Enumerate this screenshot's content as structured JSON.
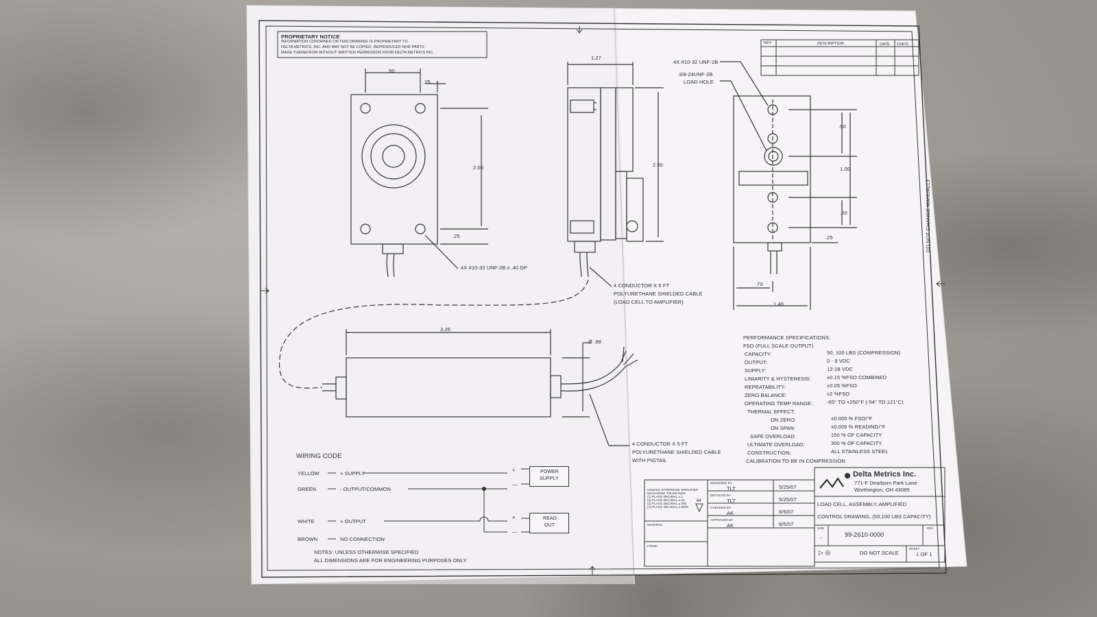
{
  "notice": {
    "title": "PROPRIETARY NOTICE",
    "line1": "INFORMATION CONTAINED ON THIS DRAWING IS PROPRIETARY TO",
    "line2": "DELTA METRICS, INC. AND MAY NOT BE COPIED, REPRODUCED NOR PARTS",
    "line3": "MADE THEREFROM WITHOUT WRITTEN PERMISSION FROM DELTA METRICS INC."
  },
  "revision": {
    "rev": "REV",
    "description": "DESCRIPTION",
    "date": "DATE",
    "chkd": "CHK'D"
  },
  "front_view": {
    "dim_top": ".90",
    "dim_offset": ".25",
    "dim_height": "2.00",
    "dim_bottom": ".25",
    "callout": "4X #10-32 UNF-2B x .40 DP"
  },
  "side_view": {
    "dim_width": "1.27",
    "dim_height": "2.50",
    "cable_note": [
      "4 CONDUCTOR X 5 FT",
      "POLYURETHANE SHIELDED CABLE",
      "(LOAD CELL TO AMPLIFIER)"
    ]
  },
  "right_view": {
    "callout1": "4X #10-32 UNF-2B",
    "callout2": "3/8-24UNF-2B",
    "callout3": "LOAD HOLE",
    "dim1": ".50",
    "dim2": "1.00",
    "dim3": ".50",
    "dim4": ".25",
    "dim5": ".70",
    "dim6": "1.40"
  },
  "amplifier": {
    "dim_length": "3.25",
    "dim_dia": "Ø .88",
    "cable_note": [
      "4 CONDUCTOR X 5 FT",
      "POLYURETHANE SHIELDED CABLE",
      "WITH PIGTAIL"
    ]
  },
  "border_note": "DO NOT CHANGE MANUALLY",
  "specs": {
    "title": "PERFORMANCE SPECIFICATIONS:",
    "fso": "FSO (FULL SCALE OUTPUT)",
    "rows": [
      {
        "label": "CAPACITY:",
        "value": "50, 100 LBS (COMPRESSION)"
      },
      {
        "label": "OUTPUT:",
        "value": "0 - 9 VDC"
      },
      {
        "label": "SUPPLY:",
        "value": "12-28 VDC"
      },
      {
        "label": "LINIARITY & HYSTERESIS:",
        "value": "±0.15 %FSO COMBINED"
      },
      {
        "label": "REPEATABILITY:",
        "value": "±0.05 %FSO"
      },
      {
        "label": "ZERO BALANCE:",
        "value": "±2 %FSO"
      },
      {
        "label": "OPERATING TEMP RANGE:",
        "value": "-65° TO +250°F (-54° TO 121°C)"
      },
      {
        "label": "THERMAL EFFECT:",
        "value": ""
      },
      {
        "label": "ON ZERO:",
        "value": "±0.005 % FSO/°F"
      },
      {
        "label": "ON SPAN:",
        "value": "±0.005 % READING/°F"
      },
      {
        "label": "SAFE OVERLOAD:",
        "value": "150 % OF CAPACITY"
      },
      {
        "label": "ULTIMATE OVERLOAD:",
        "value": "300 % OF CAPACITY"
      },
      {
        "label": "CONSTRUCTION:",
        "value": "ALL STAINLESS STEEL"
      }
    ],
    "calibration": "CALIBRATION TO BE IN COMPRESSION"
  },
  "wiring": {
    "title": "WIRING CODE",
    "rows": [
      {
        "color": "YELLOW",
        "signal": "+ SUPPLY"
      },
      {
        "color": "GREEN",
        "signal": "- OUTPUT/COMMON"
      },
      {
        "color": "WHITE",
        "signal": "+ OUTPUT"
      },
      {
        "color": "BROWN",
        "signal": "NO CONNECTION"
      }
    ],
    "power_supply": [
      "POWER",
      "SUPPLY"
    ],
    "read_out": [
      "READ",
      "OUT"
    ],
    "plus": "+",
    "minus": "—"
  },
  "notes": {
    "line1": "NOTES: UNLESS OTHERWISE SPECIFIED",
    "line2": "ALL DIMENSIONS ARE FOR ENGINEERING PURPOSES ONLY"
  },
  "title_block": {
    "company": "Delta Metrics Inc.",
    "address1": "771-F Dearborn Park Lane",
    "address2": "Worthington, OH 43085",
    "title1": "LOAD CELL, ASSEMBLY,  AMPLIFIED",
    "title2": "CONTROL DRAWING, (50,100 LBS CAPACITY)",
    "dwg_no": "99-2610-0000",
    "size": "SIZE",
    "size_val": "-",
    "rev": "REV",
    "do_not_scale": "DO NOT SCALE",
    "sheet": "1 OF 1",
    "sheet_label": "SHEET",
    "tolerance": [
      "UNLESS OTHERWISE SPECIFIED",
      "MACHINING TOLERANCE",
      "(1) PLACE DECIMAL ±.1",
      "(2) PLACE DECIMAL ±.01",
      "(3) PLACE DECIMAL ±.005",
      "(4) PLACE DECIMAL ±.0005"
    ],
    "finish_mark": "64",
    "material": "MATERIAL",
    "finish": "FINISH",
    "sign": [
      {
        "role": "DESIGNED BY",
        "name": "TLT",
        "date": "5/25/07"
      },
      {
        "role": "DETAILED BY",
        "name": "TLT",
        "date": "5/25/07"
      },
      {
        "role": "CHECKED BY",
        "name": "AK",
        "date": "6/5/07"
      },
      {
        "role": "APPROVED BY",
        "name": "AK",
        "date": "6/5/07"
      }
    ]
  }
}
